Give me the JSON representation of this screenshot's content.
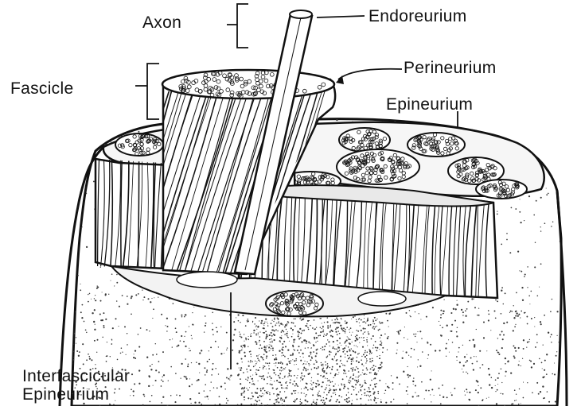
{
  "diagram": {
    "labels": {
      "axon": "Axon",
      "endoneurium": "Endoreurium",
      "perineurium": "Perineurium",
      "fascicle": "Fascicle",
      "epineurium": "Epineurium",
      "interfascicular_line1": "Interfascicular",
      "interfascicular_line2": "Epineurium"
    },
    "colors": {
      "ink": "#111111",
      "paper": "#ffffff",
      "stipple": "#3a3a3a"
    }
  }
}
